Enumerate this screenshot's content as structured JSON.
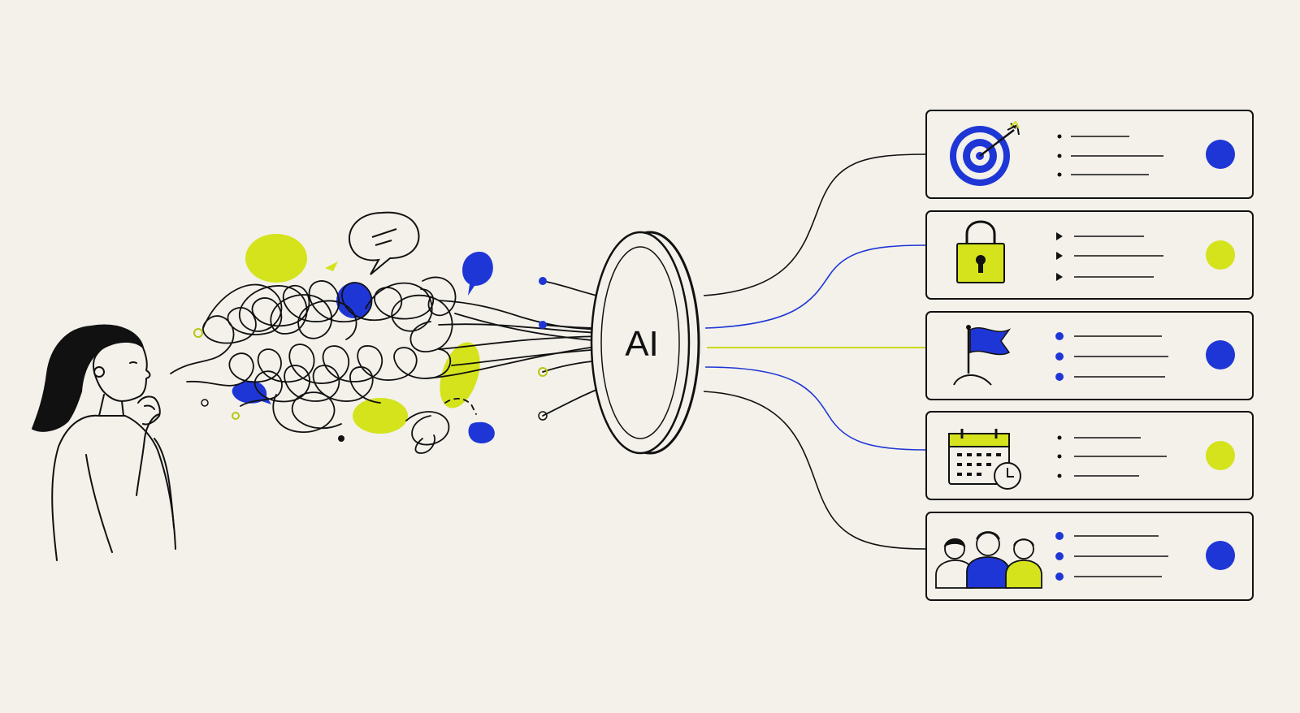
{
  "lens": {
    "label": "AI"
  },
  "colors": {
    "ink": "#111111",
    "blue": "#1f36d6",
    "lime": "#d4e31c",
    "paper": "#f3f1ea"
  },
  "cards": [
    {
      "icon": "target-icon",
      "bullet": "dot",
      "status": "blue"
    },
    {
      "icon": "padlock-icon",
      "bullet": "triangle",
      "status": "lime"
    },
    {
      "icon": "flag-icon",
      "bullet": "blue-dot",
      "status": "blue"
    },
    {
      "icon": "calendar-icon",
      "bullet": "dot",
      "status": "lime"
    },
    {
      "icon": "team-icon",
      "bullet": "blue-dot",
      "status": "blue"
    }
  ]
}
